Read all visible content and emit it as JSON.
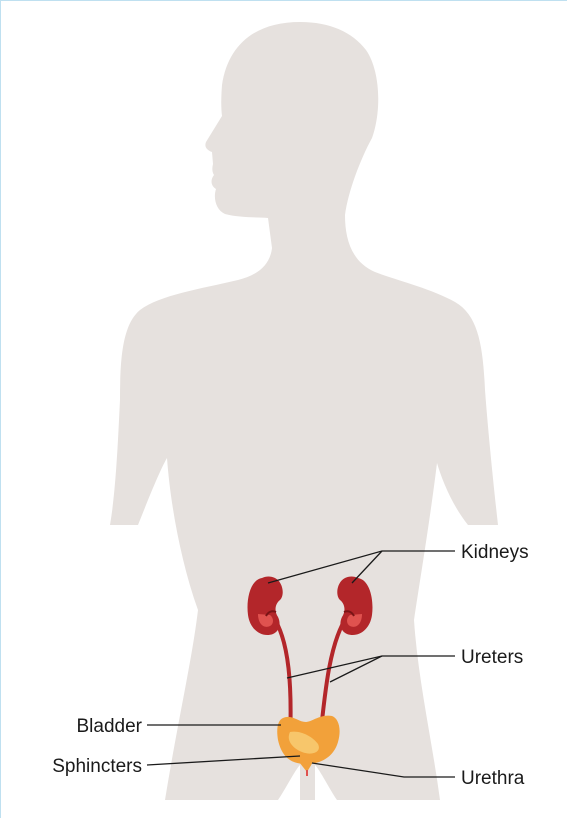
{
  "labels": {
    "kidneys": "Kidneys",
    "ureters": "Ureters",
    "bladder": "Bladder",
    "sphincters": "Sphincters",
    "urethra": "Urethra"
  },
  "colors": {
    "silhouette": "#e6e1de",
    "kidney": "#b3262a",
    "kidney_inner": "#e0524f",
    "ureter": "#b3262a",
    "bladder": "#f2a13a",
    "bladder_highlight": "#f7c66b",
    "leader_line": "#1a1a1a",
    "frame_border": "#bfe0f0"
  }
}
